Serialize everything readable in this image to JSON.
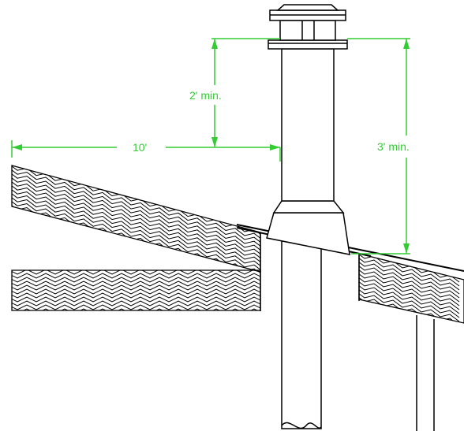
{
  "dimensions": {
    "horizontal_label": "10'",
    "above_ridge_label": "2' min.",
    "above_roof_label": "3' min."
  },
  "colors": {
    "dimension": "#33cc33",
    "line": "#000000",
    "background": "#ffffff"
  }
}
